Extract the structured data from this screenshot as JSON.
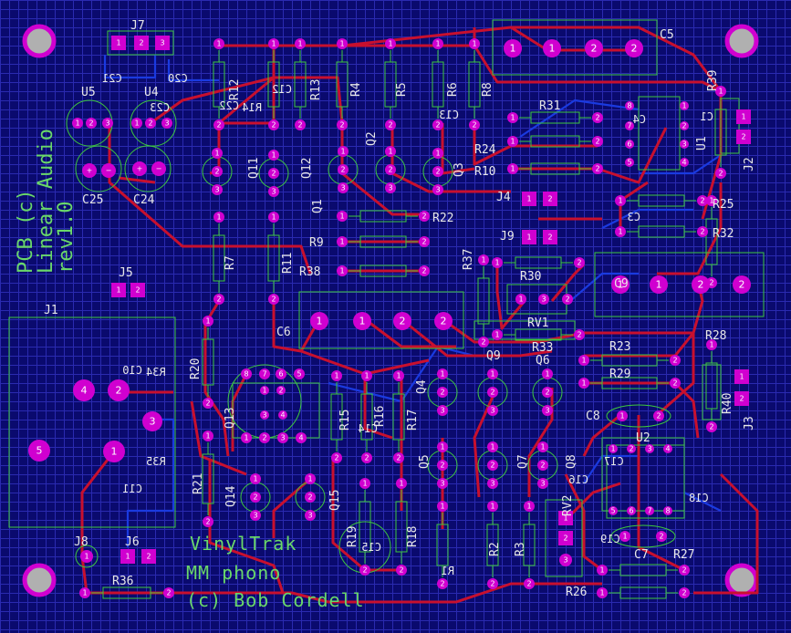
{
  "board": {
    "colors": {
      "background": "#0a0a6e",
      "grid": "#2a2ab0",
      "trace_top": "#c8102e",
      "trace_bottom": "#1a3ae0",
      "pad": "#d000d0",
      "silk": "#3ec83e"
    },
    "board_text": [
      "PCB (c)",
      "Linear Audio",
      "rev1.0"
    ],
    "title_text": [
      "VinylTrak",
      "MM phono",
      "(c) Bob Cordell"
    ],
    "mounting_holes": 4
  },
  "labels": {
    "J7": "J7",
    "C25": "C25",
    "C24": "C24",
    "U5": "U5",
    "U4": "U4",
    "R12": "R12",
    "R13": "R13",
    "R4": "R4",
    "R5": "R5",
    "R6": "R6",
    "R8": "R8",
    "C5": "C5",
    "R39": "R39",
    "R31": "R31",
    "U1": "U1",
    "J2": "J2",
    "R24": "R24",
    "R10": "R10",
    "Q11": "Q11",
    "Q12": "Q12",
    "Q1": "Q1",
    "Q2": "Q2",
    "Q3": "Q3",
    "R22": "R22",
    "R9": "R9",
    "R38": "R38",
    "J4": "J4",
    "J9": "J9",
    "R25": "R25",
    "R32": "R32",
    "R7": "R7",
    "R11": "R11",
    "R37": "R37",
    "R30": "R30",
    "C9": "C9",
    "J5": "J5",
    "J1": "J1",
    "C6": "C6",
    "RV1": "RV1",
    "R33": "R33",
    "R28": "R28",
    "R20": "R20",
    "Q9": "Q9",
    "Q6": "Q6",
    "R23": "R23",
    "R29": "R29",
    "Q4": "Q4",
    "R40": "R40",
    "J3": "J3",
    "Q13": "Q13",
    "R15": "R15",
    "R17": "R17",
    "R16": "R16",
    "C8": "C8",
    "U2": "U2",
    "Q5": "Q5",
    "Q7": "Q7",
    "Q8": "Q8",
    "R21": "R21",
    "Q14": "Q14",
    "Q15": "Q15",
    "RV2": "RV2",
    "R19": "R19",
    "R18": "R18",
    "R3": "R3",
    "R2": "R2",
    "J8": "J8",
    "J6": "J6",
    "R36": "R36",
    "C7": "C7",
    "R27": "R27",
    "R26": "R26"
  },
  "bottom_labels": {
    "C21": "C21",
    "C20": "C20",
    "C23": "C23",
    "C22": "C22",
    "R14": "R14",
    "R34": "R34",
    "R35": "R35",
    "C10": "C10",
    "C11": "C11",
    "C14": "C14",
    "C15": "C15",
    "C16": "C16",
    "C17": "C17",
    "C12": "C12",
    "R1": "R1",
    "C3": "C3",
    "C19": "C19",
    "C18": "C18",
    "C13": "C13",
    "C1": "C1",
    "C4": "C4"
  }
}
